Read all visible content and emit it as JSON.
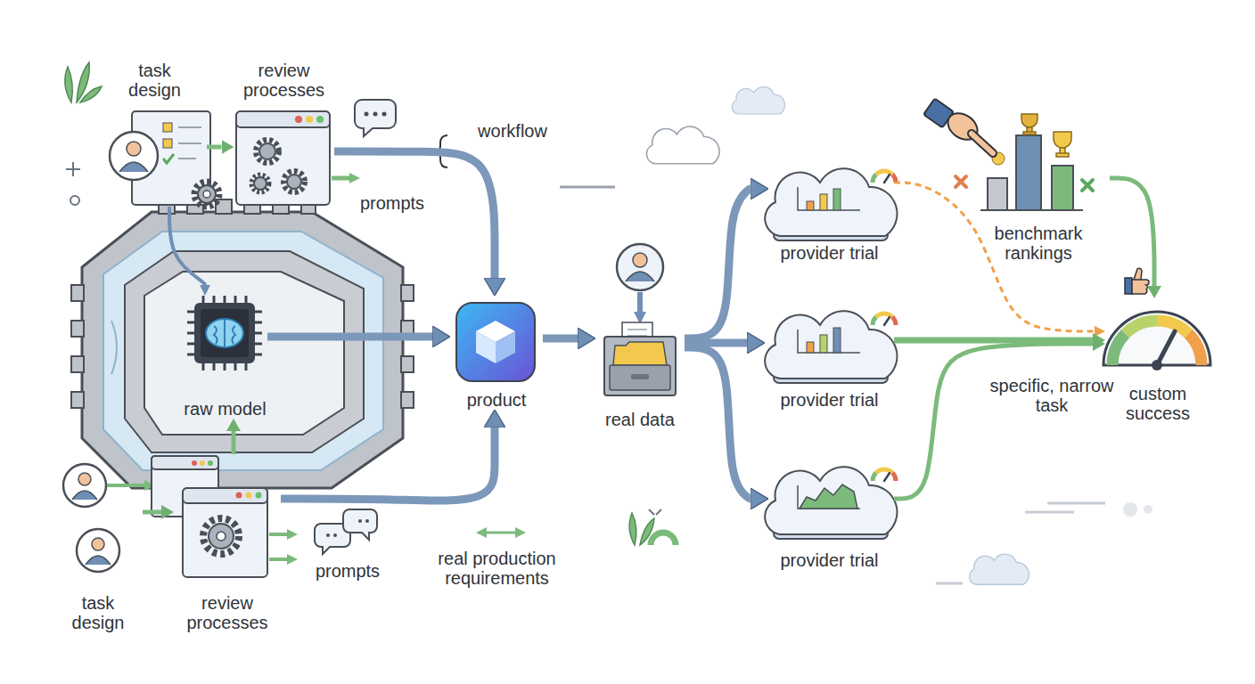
{
  "diagram": {
    "nodes": [
      {
        "text": [
          "task design"
        ]
      },
      {
        "text": [
          "review processes"
        ]
      },
      {
        "text": [
          "raw model"
        ]
      },
      {
        "text": [
          "product"
        ]
      },
      {
        "text": [
          "task design"
        ]
      },
      {
        "text": [
          "review processes"
        ]
      },
      {
        "text": [
          "real data"
        ]
      },
      {
        "text": [
          "provider trial"
        ]
      },
      {
        "text": [
          "provider trial"
        ]
      },
      {
        "text": [
          "provider trial"
        ]
      },
      {
        "text": [
          "benchmark rankings"
        ]
      },
      {
        "text": [
          "custom success"
        ]
      }
    ],
    "edges": [
      {
        "from": 0,
        "to": 1,
        "arrow": "to"
      },
      {
        "from": 0,
        "to": 2,
        "arrow": "to"
      },
      {
        "from": 1,
        "to": 3,
        "arrow": "to"
      },
      {
        "from": 2,
        "to": 3,
        "arrow": "to"
      },
      {
        "from": 4,
        "to": 5,
        "arrow": "to"
      },
      {
        "from": 5,
        "to": 2,
        "arrow": "to"
      },
      {
        "from": 5,
        "to": 3,
        "arrow": "to"
      },
      {
        "from": 3,
        "to": 6,
        "arrow": "to"
      },
      {
        "from": 6,
        "to": 7,
        "arrow": "to"
      },
      {
        "from": 6,
        "to": 8,
        "arrow": "to"
      },
      {
        "from": 6,
        "to": 9,
        "arrow": "to"
      },
      {
        "from": 7,
        "to": 11,
        "arrow": "to"
      },
      {
        "from": 8,
        "to": 11,
        "arrow": "to"
      },
      {
        "from": 9,
        "to": 11,
        "arrow": "to"
      },
      {
        "from": 10,
        "to": 11,
        "arrow": "to"
      }
    ],
    "labels": [
      "workflow",
      "prompts",
      "prompts",
      "real production requirements",
      "specific, narrow task"
    ]
  }
}
